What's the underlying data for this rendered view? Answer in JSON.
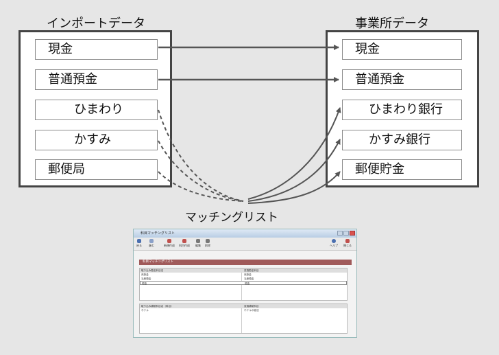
{
  "left_title": "インポートデータ",
  "right_title": "事業所データ",
  "left_items": [
    "現金",
    "普通預金",
    "ひまわり",
    "かすみ",
    "郵便局"
  ],
  "right_items": [
    "現金",
    "普通預金",
    "ひまわり銀行",
    "かすみ銀行",
    "郵便貯金"
  ],
  "matching_label": "マッチングリスト",
  "colors": {
    "panel_border": "#444444",
    "arrow": "#555555",
    "background": "#e6e6e6",
    "window_header": "#a05a5a"
  },
  "window": {
    "title": "科目マッチングリスト",
    "toolbar": [
      "戻る",
      "進む",
      "新規作成",
      "科目作成",
      "編集",
      "削除",
      "ヘルプ",
      "閉じる"
    ],
    "section_header": "科目マッチングリスト",
    "table1": {
      "headers": [
        "取り込み勘定科目名",
        "変換勘定科目"
      ],
      "rows": [
        [
          "売掛金",
          "売掛金"
        ],
        [
          "当座預金",
          "当座預金"
        ],
        [
          "現金",
          "現金"
        ]
      ]
    },
    "table2": {
      "headers": [
        "取り込み補助科目名（科目）",
        "変換補助科目"
      ],
      "rows": [
        [
          "ホテル",
          "ホテルの宿泊"
        ]
      ]
    }
  }
}
